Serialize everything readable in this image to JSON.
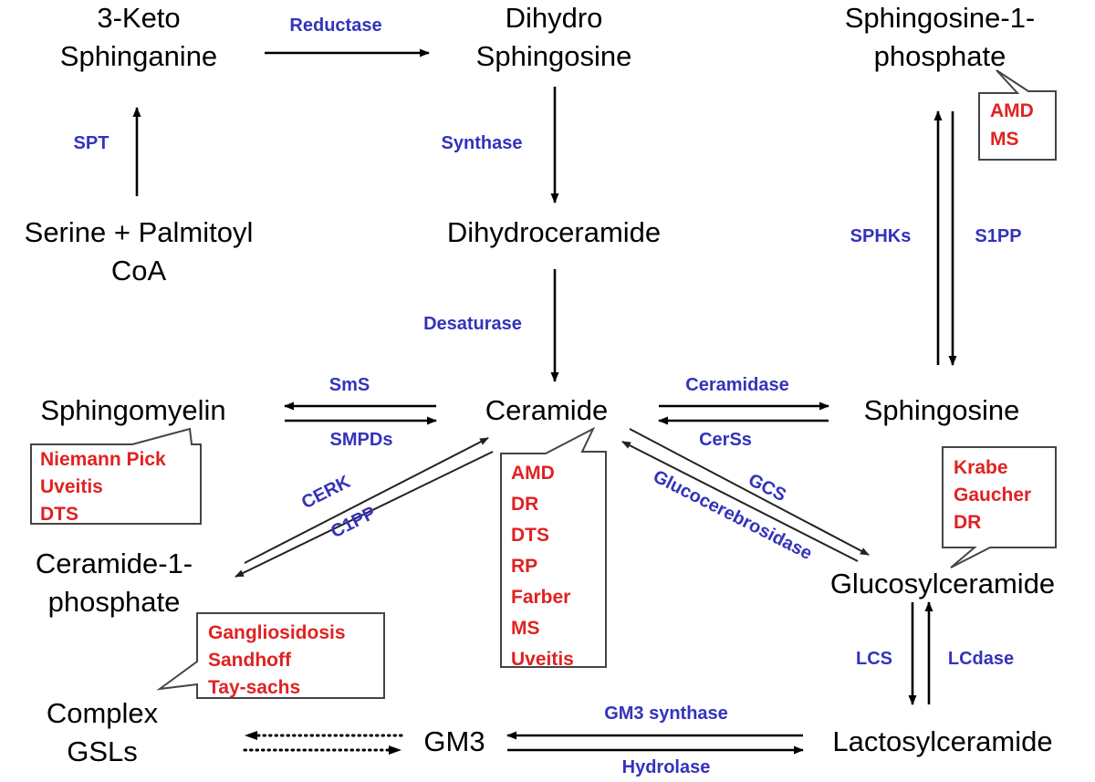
{
  "diagram": {
    "title": "Sphingolipid metabolism pathway with associated diseases",
    "colors": {
      "enzyme": "#3333bb",
      "disease": "#e02222",
      "metabolite": "#000000",
      "arrow": "#000000",
      "box_border": "#444444",
      "background": "#ffffff"
    }
  },
  "metabolites": [
    {
      "id": "keto",
      "line1": "3-Keto",
      "line2": "Sphinganine"
    },
    {
      "id": "dhsph",
      "line1": "Dihydro",
      "line2": "Sphingosine"
    },
    {
      "id": "s1p",
      "line1": "Sphingosine-1-",
      "line2": "phosphate"
    },
    {
      "id": "serine",
      "line1": "Serine + Palmitoyl",
      "line2": "CoA"
    },
    {
      "id": "dhcer",
      "line1": "Dihydroceramide",
      "line2": ""
    },
    {
      "id": "sm",
      "line1": "Sphingomyelin",
      "line2": ""
    },
    {
      "id": "cer",
      "line1": "Ceramide",
      "line2": ""
    },
    {
      "id": "sph",
      "line1": "Sphingosine",
      "line2": ""
    },
    {
      "id": "c1p",
      "line1": "Ceramide-1-",
      "line2": "phosphate"
    },
    {
      "id": "gluccer",
      "line1": "Glucosylceramide",
      "line2": ""
    },
    {
      "id": "gsl",
      "line1": "Complex",
      "line2": "GSLs"
    },
    {
      "id": "gm3",
      "line1": "GM3",
      "line2": ""
    },
    {
      "id": "lactcer",
      "line1": "Lactosylceramide",
      "line2": ""
    }
  ],
  "enzymes": [
    {
      "id": "reductase",
      "label": "Reductase"
    },
    {
      "id": "spt",
      "label": "SPT"
    },
    {
      "id": "synthase",
      "label": "Synthase"
    },
    {
      "id": "desaturase",
      "label": "Desaturase"
    },
    {
      "id": "sphks",
      "label": "SPHKs"
    },
    {
      "id": "s1pp",
      "label": "S1PP"
    },
    {
      "id": "sms",
      "label": "SmS"
    },
    {
      "id": "smpds",
      "label": "SMPDs"
    },
    {
      "id": "ceramidase",
      "label": "Ceramidase"
    },
    {
      "id": "cerss",
      "label": "CerSs"
    },
    {
      "id": "cerk",
      "label": "CERK"
    },
    {
      "id": "c1pp",
      "label": "C1PP"
    },
    {
      "id": "glucocerebrosidase",
      "label": "Glucocerebrosidase"
    },
    {
      "id": "gcs",
      "label": "GCS"
    },
    {
      "id": "lcs",
      "label": "LCS"
    },
    {
      "id": "lcdase",
      "label": "LCdase"
    },
    {
      "id": "gm3synthase",
      "label": "GM3 synthase"
    },
    {
      "id": "hydrolase",
      "label": "Hydrolase"
    }
  ],
  "disease_boxes": [
    {
      "id": "s1p-diseases",
      "points_to": "Sphingosine-1-phosphate",
      "items": [
        "AMD",
        "MS"
      ]
    },
    {
      "id": "sphingomyelin-diseases",
      "points_to": "Sphingomyelin",
      "items": [
        "Niemann Pick",
        "Uveitis",
        "DTS"
      ]
    },
    {
      "id": "ceramide-diseases",
      "points_to": "Ceramide",
      "items": [
        "AMD",
        "DR",
        "DTS",
        "RP",
        "Farber",
        "MS",
        "Uveitis"
      ]
    },
    {
      "id": "glucosylceramide-diseases",
      "points_to": "Glucosylceramide",
      "items": [
        "Krabe",
        "Gaucher",
        "DR"
      ]
    },
    {
      "id": "complex-gsl-diseases",
      "points_to": "Complex GSLs",
      "items": [
        "Gangliosidosis",
        "Sandhoff",
        "Tay-sachs"
      ]
    }
  ],
  "reactions": [
    {
      "from": "Serine + Palmitoyl CoA",
      "to": "3-Keto Sphinganine",
      "enzyme": "SPT",
      "style": "solid"
    },
    {
      "from": "3-Keto Sphinganine",
      "to": "Dihydro Sphingosine",
      "enzyme": "Reductase",
      "style": "solid"
    },
    {
      "from": "Dihydro Sphingosine",
      "to": "Dihydroceramide",
      "enzyme": "Synthase",
      "style": "solid"
    },
    {
      "from": "Dihydroceramide",
      "to": "Ceramide",
      "enzyme": "Desaturase",
      "style": "solid"
    },
    {
      "from": "Ceramide",
      "to": "Sphingomyelin",
      "enzyme": "SmS",
      "style": "solid"
    },
    {
      "from": "Sphingomyelin",
      "to": "Ceramide",
      "enzyme": "SMPDs",
      "style": "solid"
    },
    {
      "from": "Ceramide",
      "to": "Sphingosine",
      "enzyme": "Ceramidase",
      "style": "solid"
    },
    {
      "from": "Sphingosine",
      "to": "Ceramide",
      "enzyme": "CerSs",
      "style": "solid"
    },
    {
      "from": "Sphingosine",
      "to": "Sphingosine-1-phosphate",
      "enzyme": "SPHKs",
      "style": "solid"
    },
    {
      "from": "Sphingosine-1-phosphate",
      "to": "Sphingosine",
      "enzyme": "S1PP",
      "style": "solid"
    },
    {
      "from": "Ceramide-1-phosphate",
      "to": "Ceramide",
      "enzyme": "CERK",
      "style": "solid"
    },
    {
      "from": "Ceramide",
      "to": "Ceramide-1-phosphate",
      "enzyme": "C1PP",
      "style": "solid"
    },
    {
      "from": "Glucosylceramide",
      "to": "Ceramide",
      "enzyme": "Glucocerebrosidase",
      "style": "solid"
    },
    {
      "from": "Ceramide",
      "to": "Glucosylceramide",
      "enzyme": "GCS",
      "style": "solid"
    },
    {
      "from": "Lactosylceramide",
      "to": "Glucosylceramide",
      "enzyme": "LCS",
      "style": "solid"
    },
    {
      "from": "Glucosylceramide",
      "to": "Lactosylceramide",
      "enzyme": "LCdase",
      "style": "solid"
    },
    {
      "from": "Lactosylceramide",
      "to": "GM3",
      "enzyme": "GM3 synthase",
      "style": "solid"
    },
    {
      "from": "GM3",
      "to": "Lactosylceramide",
      "enzyme": "Hydrolase",
      "style": "solid"
    },
    {
      "from": "GM3",
      "to": "Complex GSLs",
      "enzyme": "",
      "style": "dotted"
    },
    {
      "from": "Complex GSLs",
      "to": "GM3",
      "enzyme": "",
      "style": "dotted"
    }
  ]
}
